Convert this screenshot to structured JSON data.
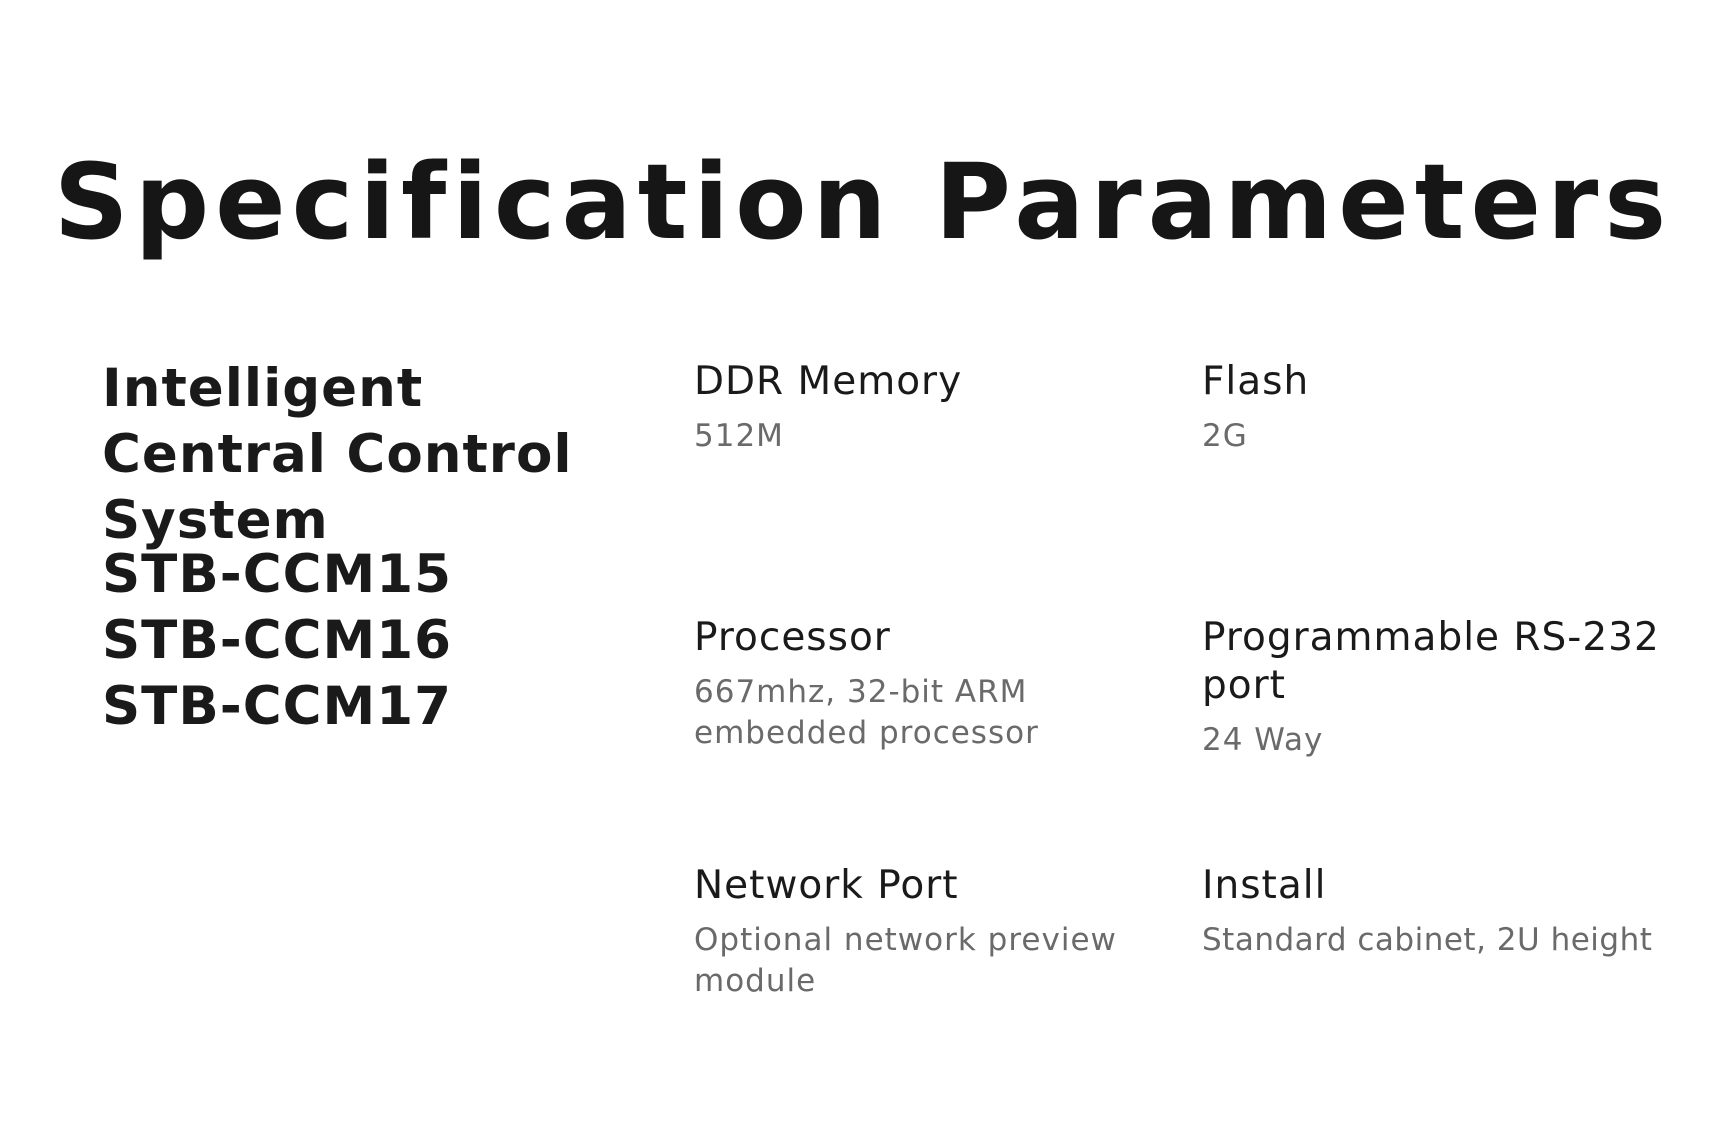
{
  "page": {
    "title": "Specification Parameters"
  },
  "product": {
    "name": "Intelligent Central Control System",
    "models": [
      "STB-CCM15",
      "STB-CCM16",
      "STB-CCM17"
    ]
  },
  "specs": [
    {
      "label": "DDR Memory",
      "value": "512M"
    },
    {
      "label": "Flash",
      "value": "2G"
    },
    {
      "label": "Processor",
      "value": "667mhz, 32-bit ARM embedded processor"
    },
    {
      "label": "Programmable RS-232 port",
      "value": "24 Way"
    },
    {
      "label": "Network Port",
      "value": "Optional network preview module"
    },
    {
      "label": "Install",
      "value": "Standard cabinet, 2U height"
    }
  ]
}
